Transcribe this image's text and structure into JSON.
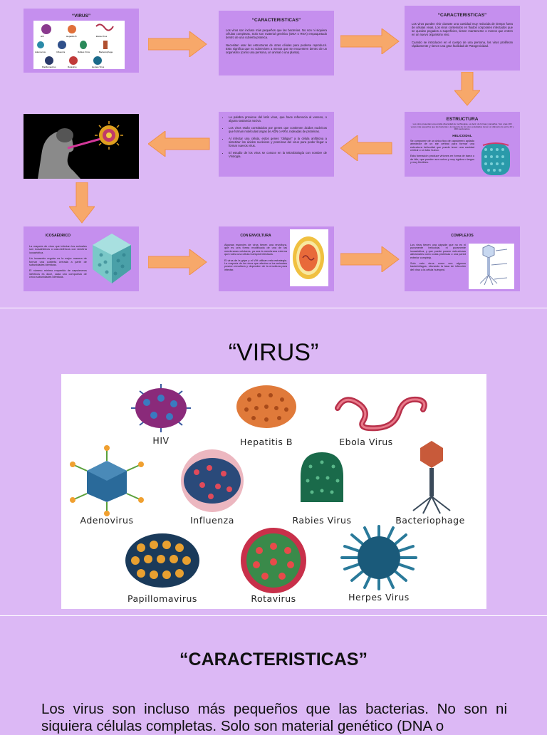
{
  "slide1": {
    "card_virus_title": "“VIRUS”",
    "mini_virus_labels": [
      "HIV",
      "Hepatitis B",
      "Ebola Virus",
      "Adenovirus",
      "Influenza",
      "Rabies Virus",
      "Bacteriophage",
      "Papillomavirus",
      "Rotavirus",
      "Herpes Virus"
    ],
    "card_carac1": {
      "title": "“CARACTERISTICAS”",
      "p1": "Los virus son incluso más pequeños que las bacterias. No son ni siquiera células completas. Solo son material genético (DNA o RNA) empaquetado dentro de una cubierta proteica.",
      "p2": "Necesitan usar las estructuras de otras células para poderse reproducir. Esto significa que no sobreviven a menos que se encuentren dentro de un organismo (como una persona, un animal o una planta)."
    },
    "card_carac2": {
      "title": "“CARACTERISTICAS”",
      "p1": "Los virus pueden vivir durante una cantidad muy reducida de tiempo fuera de células vivas. Los virus contenidos en fluidos corporales infectados que se quedan pegados a superficies, tienen mantenerse o menos que entren en un nuevo organismo vivo.",
      "p2": "Cuando se introducen en el cuerpo de una persona, los virus proliferan rápidamente y tienen una gran facilidad de Patogenicidad."
    },
    "card_estructura": {
      "title": "ESTRUCTURA",
      "intro": "Los virus presentan una amplia diversidad de morfologías, es decir, de formas y tamaños. Son unas 100 veces más pequeños que las bacterias y la mayoría de los virus estudiados tienen un diámetro de entre 20 y 300 nanómetros.",
      "subtitle": "HELICOIDAL",
      "p1": "Se componen de un único tipo de capsómero apilado alrededor de un eje central para formar una estructura helicoidal que puede tener una cavidad central o un tubo hueco.",
      "p2": "Esta formación produce viriones en forma de barra o de hilo, que pueden ser cortos y muy rígidos o largos y muy flexibles."
    },
    "card_bullets": {
      "b1": "La palabra proviene del latín virus, que hace referencia al veneno, o alguna sustancia nociva.",
      "b2": "Los virus están constituidos por genes que contienen ácidos nucleicos que forman moléculas largas de ADN o ARN, rodeadas de proteínas.",
      "b3": "Al infectar una célula, estos genes \"obligan\" a la célula anfitriona a sintetizar los ácidos nucleicos y proteínas del virus para poder llegar a formar nuevos virus.",
      "b4": "El estudio de los virus se conoce en la Microbiología con nombre de Virología."
    },
    "card_icosa": {
      "title": "ICOSAÉDRICO",
      "p1": "La mayoría de virus que infectan los animales son icosaédricos o casi-esféricos con simetría icosaédrica.",
      "p2": "Un icosaedro regular es la mejor manera de formar una cubierta cerrada a partir de subunidades idénticas.",
      "p3": "El número mínimo requerido de capsómeros idénticos es doce, cada uno compuesto de cinco subunidades idénticas."
    },
    "card_envoltura": {
      "title": "CON ENVOLTURA",
      "p1": "Algunas especies de virus tienen una envoltura, que es una forma modificada de una de las membranas celulares, ya sea la membrana externa que rodea una célula huésped infectada.",
      "p2": "El virus de la gripe y el VIH utilizan esta estrategia. La mayoría de los virus que afectan a los animales poseen envoltura y dependen de la envoltura para infectar."
    },
    "card_complejos": {
      "title": "COMPLEJOS",
      "p1": "Los virus tienen una cápside que no es ni puramente helicoidal, ni puramente icosaédrica, y que puede poseer estructuras adicionales como colas proteicas o una pared exterior compleja.",
      "p2": "Solo esto otros como son algunos bacteriófagos, elevando la tasa de infección del virus a la célula huésped."
    }
  },
  "slide2": {
    "title": "“VIRUS”",
    "labels": {
      "hiv": "HIV",
      "hepb": "Hepatitis B",
      "ebola": "Ebola Virus",
      "adeno": "Adenovirus",
      "influenza": "Influenza",
      "rabies": "Rabies Virus",
      "phage": "Bacteriophage",
      "papilloma": "Papillomavirus",
      "rota": "Rotavirus",
      "herpes": "Herpes Virus"
    }
  },
  "slide3": {
    "title": "“CARACTERISTICAS”",
    "body": "Los virus son incluso más pequeños que las bacterias. No son ni siquiera células completas. Solo son material genético (DNA o"
  },
  "colors": {
    "background": "#dcb8f5",
    "card": "#c58fee",
    "arrow": "#f7a86a"
  }
}
